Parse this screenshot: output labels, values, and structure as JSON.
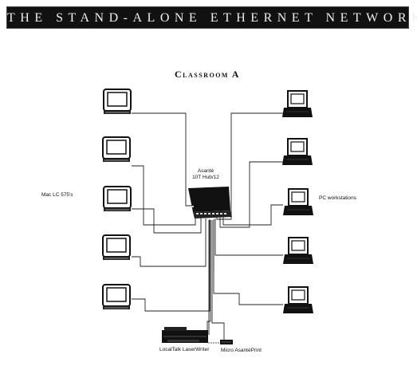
{
  "banner": {
    "title": "THE STAND-ALONE ETHERNET NETWORK"
  },
  "diagram": {
    "room": "Classroom A",
    "hub": {
      "line1": "Asanté",
      "line2": "10T Hub/12"
    },
    "groups": {
      "macs": "Mac LC 575's",
      "pcs": "PC workstations"
    },
    "devices": {
      "printer": "LocalTalk LaserWriter",
      "print_server": "Micro AsantéPrint"
    }
  },
  "colors": {
    "ink": "#111111",
    "paper": "#ffffff",
    "banner_bg": "#111111",
    "banner_text": "#eeeeee"
  }
}
